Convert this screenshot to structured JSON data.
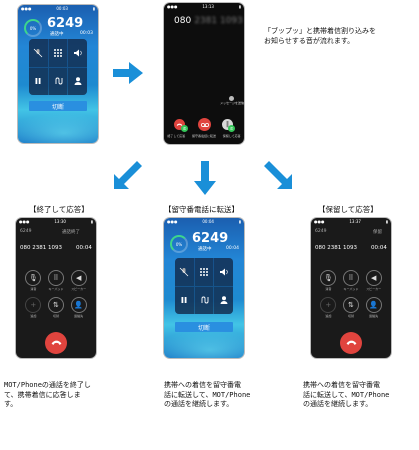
{
  "note": {
    "text_line1": "「ブップッ」と携帯着信割り込みを",
    "text_line2": "お知らせする音が流れます。"
  },
  "phone_top_left": {
    "status_time": "00:03",
    "number": "6249",
    "status": "通話中",
    "time": "00:03",
    "ring_pct": "0%",
    "keypad_icons": [
      "mute-icon",
      "keypad-icon",
      "speaker-icon",
      "hold-icon",
      "transfer-icon",
      "contact-icon"
    ],
    "end_label": "切断"
  },
  "phone_top_right": {
    "status_time": "13:13",
    "number": "080",
    "number_blurred": "2381 1093",
    "message_label": "メッセージを送信",
    "btn1_label": "終了して応答",
    "btn2_label": "留守番電話に転送",
    "btn3_label": "保留して応答"
  },
  "labels": {
    "bottom_left": "【終了して応答】",
    "bottom_center": "【留守番電話に転送】",
    "bottom_right": "【保留して応答】"
  },
  "phone_bottom_left": {
    "status_time": "13:30",
    "caller": "6249",
    "status": "通話終了",
    "number": "080 2381 1093",
    "time": "00:04",
    "buttons": [
      "消音",
      "キーパッド",
      "スピーカー",
      "追加",
      "切替",
      "連絡先"
    ]
  },
  "phone_bottom_center": {
    "status_time": "00:04",
    "number": "6249",
    "status": "通話中",
    "time": "00:04",
    "end_label": "切断"
  },
  "phone_bottom_right": {
    "status_time": "13:37",
    "caller": "6249",
    "status": "保留",
    "number": "080 2381 1093",
    "time": "00:04",
    "buttons": [
      "消音",
      "キーパッド",
      "スピーカー",
      "追加",
      "切替",
      "連絡先"
    ]
  },
  "captions": {
    "left": [
      "MOT/Phoneの通話を終了し",
      "て、携帯着信に応答しま",
      "す。"
    ],
    "center": [
      "携帯への着信を留守番電",
      "話に転送して、MOT/Phone",
      "の通話を継続します。"
    ],
    "right": [
      "携帯への着信を留守番電",
      "話に転送して、MOT/Phone",
      "の通話を継続します。"
    ]
  },
  "colors": {
    "arrow": "#1a8fd8",
    "end_call_red": "#e0443e",
    "accent_blue": "#2a8fe0"
  }
}
